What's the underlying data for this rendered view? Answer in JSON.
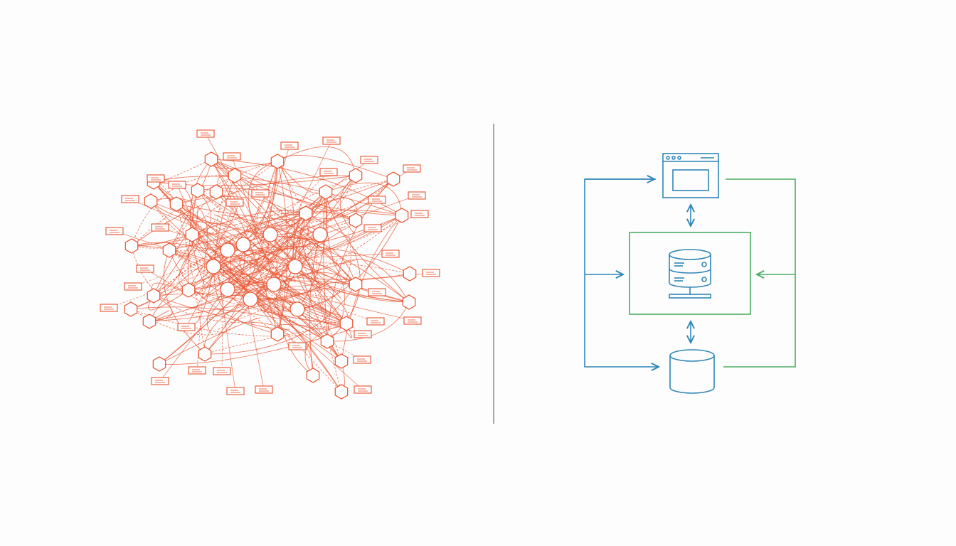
{
  "colors": {
    "background": "#fdfdfd",
    "chaos": "#e8532f",
    "divider": "#8a8a8a",
    "blue": "#2f86b8",
    "green": "#4caf62"
  },
  "left_panel": {
    "style": "tangled network",
    "icons": [
      "hexagon-node",
      "label-box",
      "circle-node"
    ]
  },
  "right_panel": {
    "style": "clean architecture",
    "icons": [
      "browser-window-icon",
      "server-database-icon",
      "database-cylinder-icon"
    ]
  }
}
